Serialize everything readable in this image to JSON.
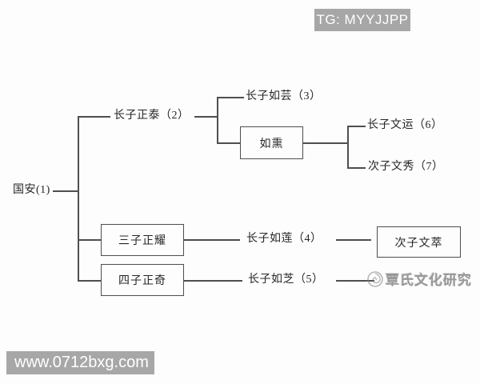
{
  "header": {
    "badge": "TG: MYYJJPP"
  },
  "footer": {
    "badge": "www.0712bxg.com"
  },
  "watermark": {
    "text": "覃氏文化研究",
    "icon": "swirl-logo-icon"
  },
  "diagram": {
    "type": "family-tree",
    "title": "",
    "nodes": {
      "root": {
        "label": "国安(1)",
        "boxed": false,
        "generation": 1
      },
      "son1": {
        "label": "长子正泰（2）",
        "boxed": false,
        "generation": 2
      },
      "son3": {
        "label": "三子正耀",
        "boxed": true,
        "generation": 2
      },
      "son4": {
        "label": "四子正奇",
        "boxed": true,
        "generation": 2
      },
      "ruyun": {
        "label": "长子如芸（3）",
        "boxed": false,
        "generation": 3
      },
      "ruxun": {
        "label": "如熏",
        "boxed": true,
        "generation": 3
      },
      "rulian": {
        "label": "长子如莲（4）",
        "boxed": false,
        "generation": 3
      },
      "ruzhi": {
        "label": "长子如芝（5）",
        "boxed": false,
        "generation": 3
      },
      "wenyun": {
        "label": "长子文运（6）",
        "boxed": false,
        "generation": 4
      },
      "wenxiu": {
        "label": "次子文秀（7）",
        "boxed": false,
        "generation": 4
      },
      "wencui": {
        "label": "次子文萃",
        "boxed": true,
        "generation": 4
      }
    },
    "edges": [
      [
        "国安(1)",
        "长子正泰（2）"
      ],
      [
        "国安(1)",
        "三子正耀"
      ],
      [
        "国安(1)",
        "四子正奇"
      ],
      [
        "长子正泰（2）",
        "长子如芸（3）"
      ],
      [
        "长子正泰（2）",
        "如熏"
      ],
      [
        "如熏",
        "长子文运（6）"
      ],
      [
        "如熏",
        "次子文秀（7）"
      ],
      [
        "三子正耀",
        "长子如莲（4）"
      ],
      [
        "长子如莲（4）",
        "次子文萃"
      ],
      [
        "四子正奇",
        "长子如芝（5）"
      ]
    ],
    "colors": {
      "line": "#4f4f4f",
      "text": "#262626",
      "badge_bg": "#a7a7a7",
      "badge_text": "#ffffff",
      "watermark": "#878787",
      "background": "#fdfdfd"
    }
  }
}
